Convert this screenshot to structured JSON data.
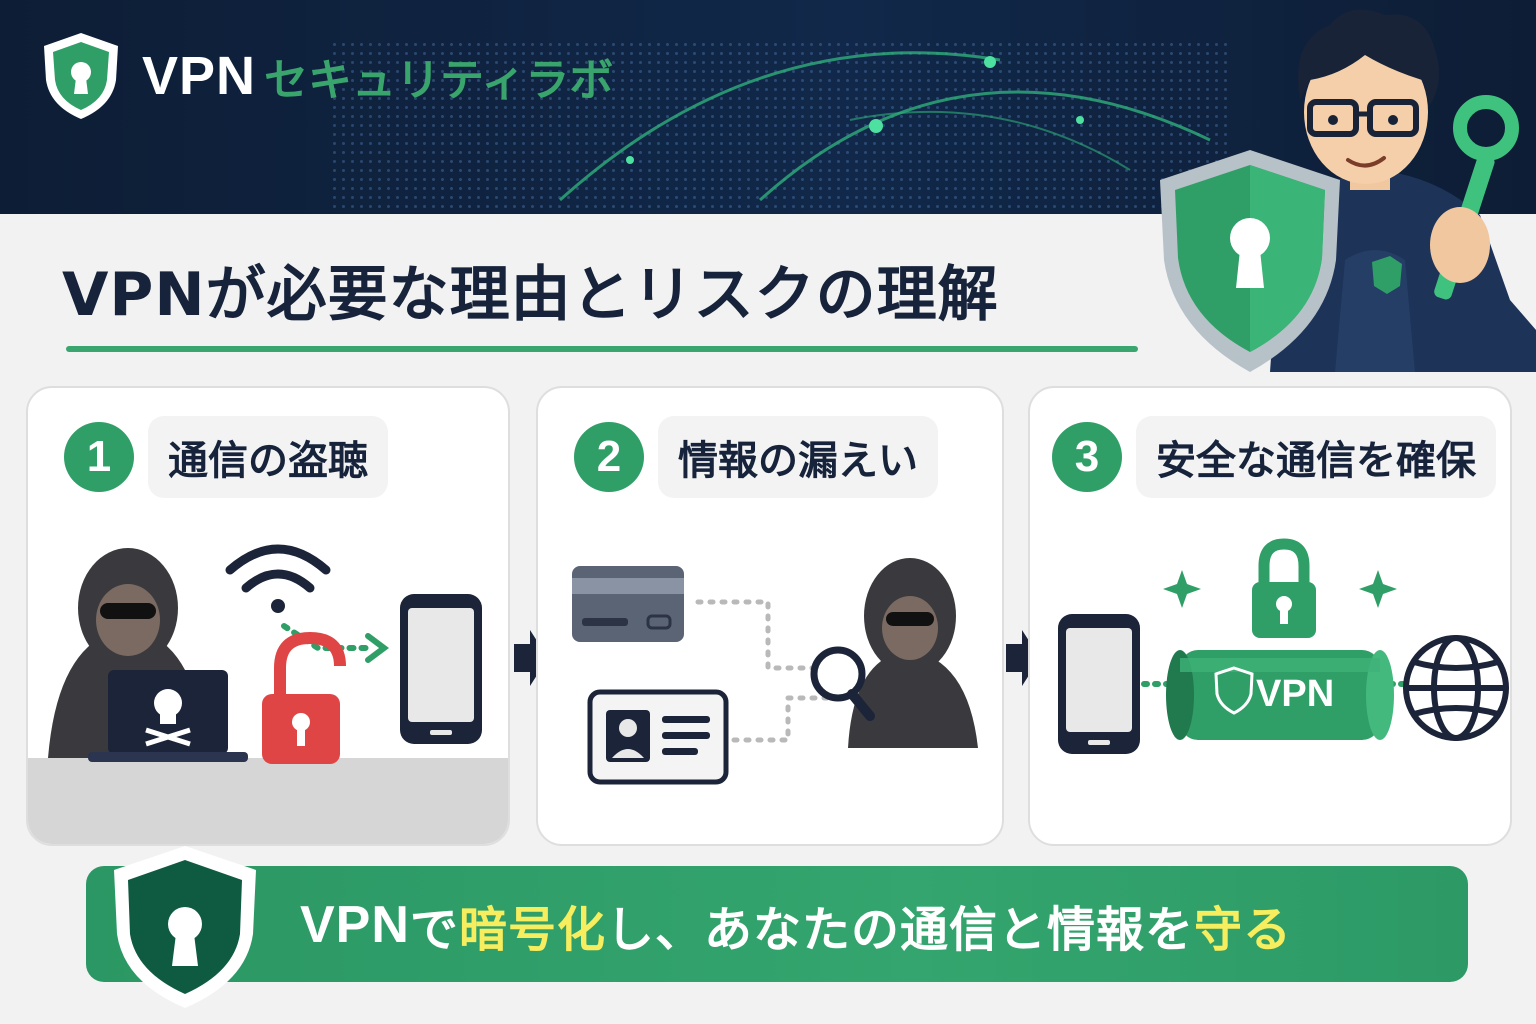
{
  "brand": {
    "name_part1": "VPN",
    "name_part2": "セキュリティラボ",
    "logo_icon": "shield-keyhole-icon"
  },
  "title": "VPNが必要な理由とリスクの理解",
  "panels": [
    {
      "number": "1",
      "title": "通信の盗聴",
      "icons": [
        "hacker-icon",
        "laptop-skull-icon",
        "wifi-icon",
        "unlocked-padlock-icon",
        "smartphone-icon"
      ]
    },
    {
      "number": "2",
      "title": "情報の漏えい",
      "icons": [
        "credit-card-icon",
        "id-card-icon",
        "magnifier-hacker-icon"
      ]
    },
    {
      "number": "3",
      "title": "安全な通信を確保",
      "icons": [
        "smartphone-icon",
        "padlock-icon",
        "vpn-tunnel-icon",
        "globe-icon"
      ],
      "tunnel_label": "VPN"
    }
  ],
  "banner": {
    "part1": "VPN",
    "part2": "で",
    "highlight1": "暗号化",
    "part3": "し、あなたの通信と情報を",
    "highlight2": "守る"
  },
  "colors": {
    "header_bg": "#0d1d35",
    "accent_green": "#2f9f67",
    "highlight_yellow": "#f6ee5e",
    "danger_red": "#e04545",
    "text_dark": "#16233a"
  }
}
